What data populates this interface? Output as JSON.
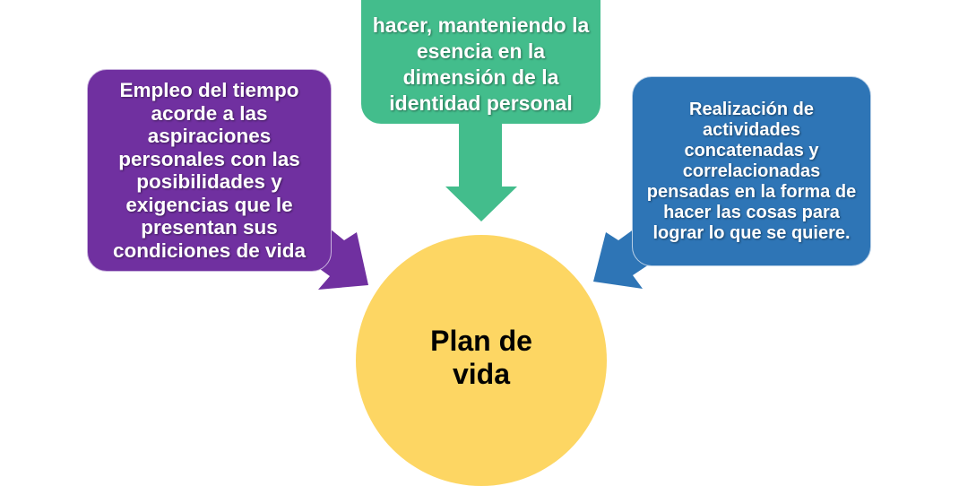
{
  "diagram": {
    "center": {
      "label": "Plan de vida",
      "color": "#FDD663"
    },
    "top_box": {
      "text": "hacer, manteniendo la esencia en la dimensión de la identidad personal",
      "color": "#43BD8C"
    },
    "left_box": {
      "text": "Empleo del tiempo acorde a las aspiraciones personales con las posibilidades y exigencias que le presentan sus condiciones de vida",
      "color": "#7030A0"
    },
    "right_box": {
      "text": "Realización de actividades concatenadas y correlacionadas pensadas en la forma de hacer las cosas para lograr lo que se quiere.",
      "color": "#2E75B6"
    }
  }
}
